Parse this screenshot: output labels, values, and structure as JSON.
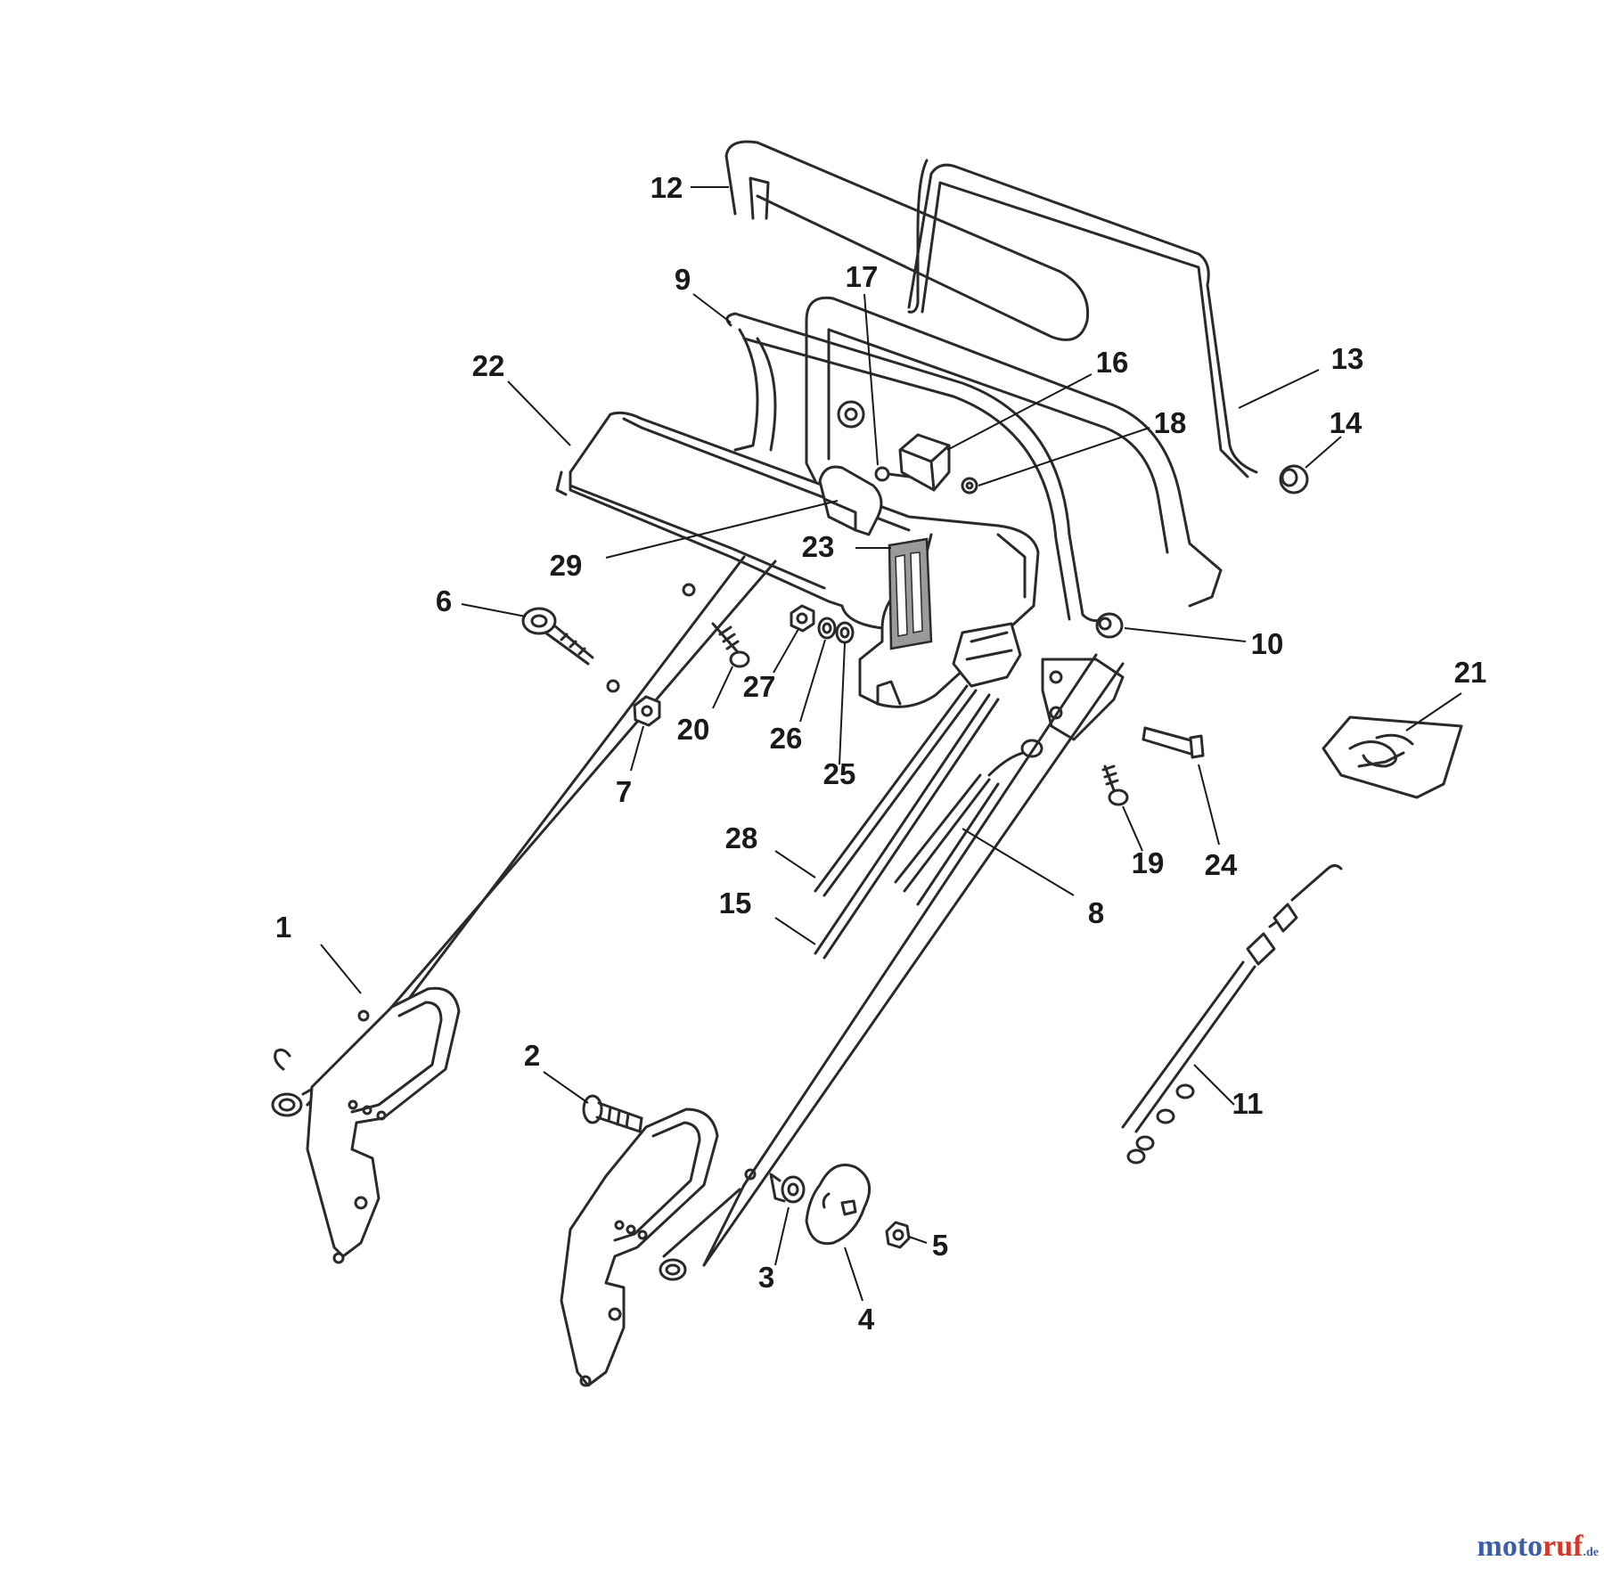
{
  "callouts": [
    {
      "id": "1",
      "label": "1"
    },
    {
      "id": "2",
      "label": "2"
    },
    {
      "id": "3",
      "label": "3"
    },
    {
      "id": "4",
      "label": "4"
    },
    {
      "id": "5",
      "label": "5"
    },
    {
      "id": "6",
      "label": "6"
    },
    {
      "id": "7",
      "label": "7"
    },
    {
      "id": "8",
      "label": "8"
    },
    {
      "id": "9",
      "label": "9"
    },
    {
      "id": "10",
      "label": "10"
    },
    {
      "id": "11",
      "label": "11"
    },
    {
      "id": "12",
      "label": "12"
    },
    {
      "id": "13",
      "label": "13"
    },
    {
      "id": "14",
      "label": "14"
    },
    {
      "id": "15",
      "label": "15"
    },
    {
      "id": "16",
      "label": "16"
    },
    {
      "id": "17",
      "label": "17"
    },
    {
      "id": "18",
      "label": "18"
    },
    {
      "id": "19",
      "label": "19"
    },
    {
      "id": "20",
      "label": "20"
    },
    {
      "id": "21",
      "label": "21"
    },
    {
      "id": "22",
      "label": "22"
    },
    {
      "id": "23",
      "label": "23"
    },
    {
      "id": "24",
      "label": "24"
    },
    {
      "id": "25",
      "label": "25"
    },
    {
      "id": "26",
      "label": "26"
    },
    {
      "id": "27",
      "label": "27"
    },
    {
      "id": "28",
      "label": "28"
    },
    {
      "id": "29",
      "label": "29"
    }
  ],
  "watermark": {
    "brand_part1": "moto",
    "brand_part2": "ruf",
    "suffix": ".de"
  },
  "colors": {
    "line": "#2a2a2a",
    "watermark_blue": "#3c5fa8",
    "watermark_red": "#d13a2a"
  }
}
